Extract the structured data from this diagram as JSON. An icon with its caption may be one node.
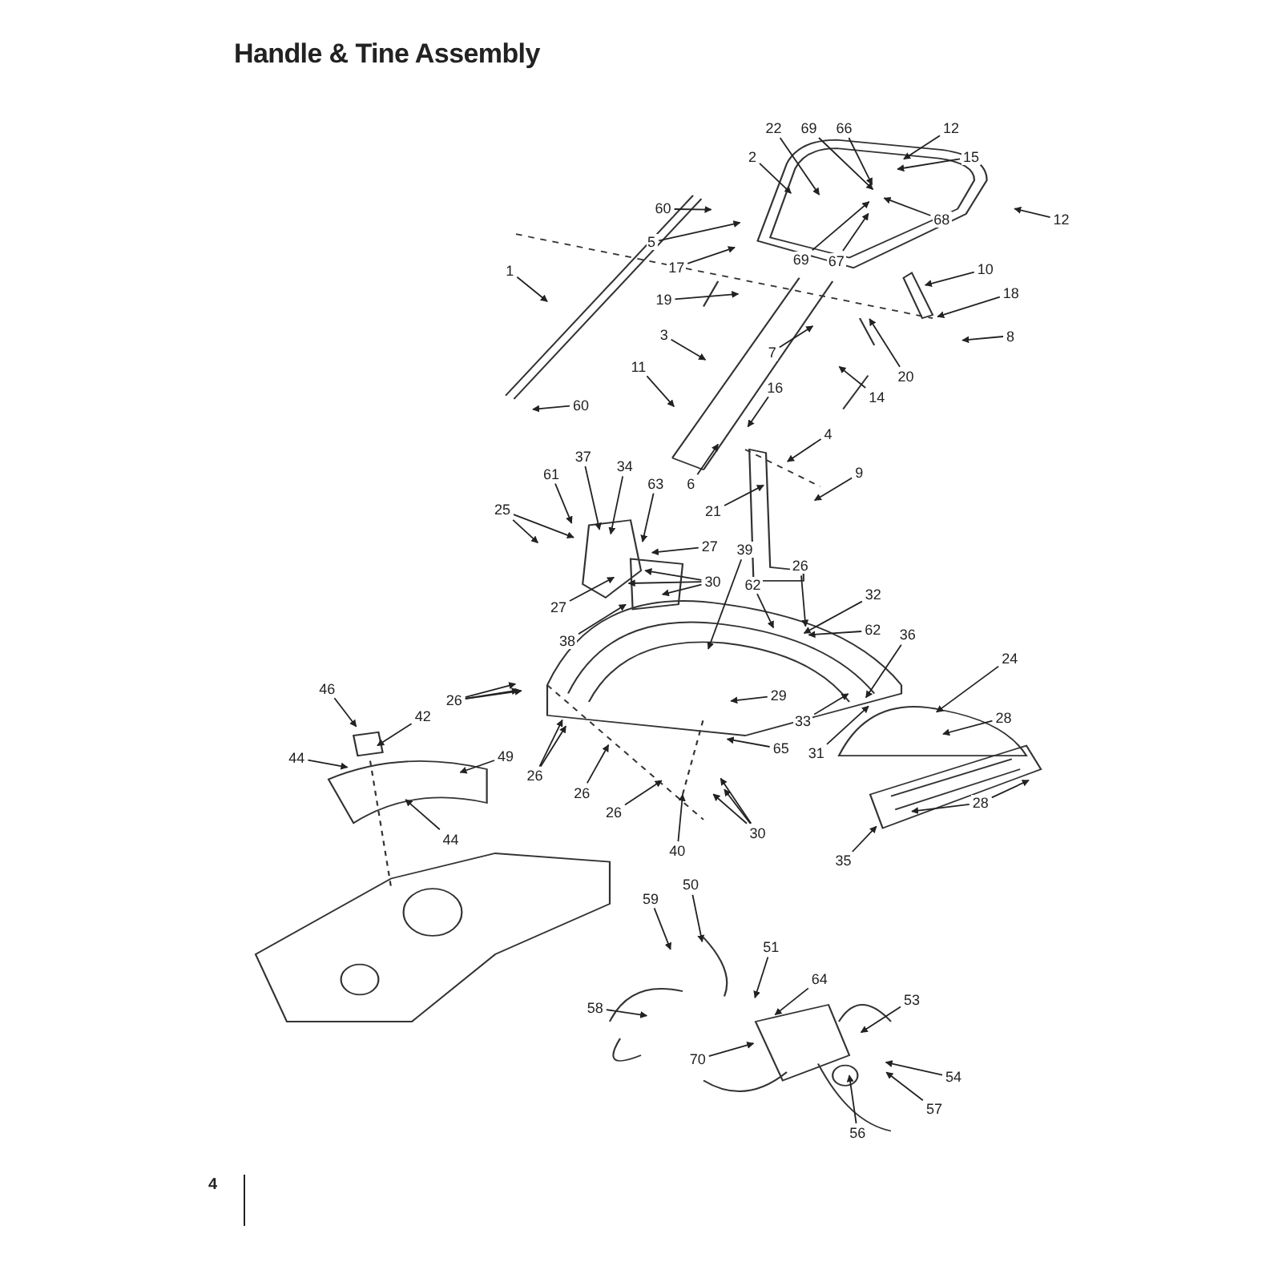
{
  "diagram": {
    "title": "Handle & Tine Assembly",
    "nodes": [
      {
        "text": [
          "1"
        ]
      },
      {
        "text": [
          "2"
        ]
      },
      {
        "text": [
          "22"
        ]
      },
      {
        "text": [
          "66"
        ]
      },
      {
        "text": [
          "12"
        ]
      },
      {
        "text": [
          "69"
        ]
      },
      {
        "text": [
          "15"
        ]
      },
      {
        "text": [
          "69"
        ]
      },
      {
        "text": [
          "68"
        ]
      },
      {
        "text": [
          "67"
        ]
      },
      {
        "text": [
          "12"
        ]
      },
      {
        "text": [
          "60"
        ]
      },
      {
        "text": [
          "5"
        ]
      },
      {
        "text": [
          "17"
        ]
      },
      {
        "text": [
          "10"
        ]
      },
      {
        "text": [
          "19"
        ]
      },
      {
        "text": [
          "18"
        ]
      },
      {
        "text": [
          "8"
        ]
      },
      {
        "text": [
          "7"
        ]
      },
      {
        "text": [
          "20"
        ]
      },
      {
        "text": [
          "3"
        ]
      },
      {
        "text": [
          "14"
        ]
      },
      {
        "text": [
          "11"
        ]
      },
      {
        "text": [
          "60"
        ]
      },
      {
        "text": [
          "16"
        ]
      },
      {
        "text": [
          "4"
        ]
      },
      {
        "text": [
          "6"
        ]
      },
      {
        "text": [
          "9"
        ]
      },
      {
        "text": [
          "21"
        ]
      },
      {
        "text": [
          "37"
        ]
      },
      {
        "text": [
          "61"
        ]
      },
      {
        "text": [
          "34"
        ]
      },
      {
        "text": [
          "25"
        ]
      },
      {
        "text": [
          "63"
        ]
      },
      {
        "text": [
          "27"
        ]
      },
      {
        "text": [
          "30"
        ]
      },
      {
        "text": [
          "27"
        ]
      },
      {
        "text": [
          "38"
        ]
      },
      {
        "text": [
          "39"
        ]
      },
      {
        "text": [
          "26"
        ]
      },
      {
        "text": [
          "62"
        ]
      },
      {
        "text": [
          "32"
        ]
      },
      {
        "text": [
          "62"
        ]
      },
      {
        "text": [
          "36"
        ]
      },
      {
        "text": [
          "24"
        ]
      },
      {
        "text": [
          "29"
        ]
      },
      {
        "text": [
          "33"
        ]
      },
      {
        "text": [
          "31"
        ]
      },
      {
        "text": [
          "65"
        ]
      },
      {
        "text": [
          "28"
        ]
      },
      {
        "text": [
          "28"
        ]
      },
      {
        "text": [
          "26"
        ]
      },
      {
        "text": [
          "46"
        ]
      },
      {
        "text": [
          "42"
        ]
      },
      {
        "text": [
          "44"
        ]
      },
      {
        "text": [
          "49"
        ]
      },
      {
        "text": [
          "26"
        ]
      },
      {
        "text": [
          "26"
        ]
      },
      {
        "text": [
          "26"
        ]
      },
      {
        "text": [
          "44"
        ]
      },
      {
        "text": [
          "40"
        ]
      },
      {
        "text": [
          "30"
        ]
      },
      {
        "text": [
          "35"
        ]
      },
      {
        "text": [
          "59"
        ]
      },
      {
        "text": [
          "50"
        ]
      },
      {
        "text": [
          "51"
        ]
      },
      {
        "text": [
          "64"
        ]
      },
      {
        "text": [
          "53"
        ]
      },
      {
        "text": [
          "58"
        ]
      },
      {
        "text": [
          "70"
        ]
      },
      {
        "text": [
          "54"
        ]
      },
      {
        "text": [
          "56"
        ]
      },
      {
        "text": [
          "57"
        ]
      }
    ],
    "edges": [
      {
        "from": 0,
        "to": null,
        "arrow": "to"
      },
      {
        "from": 1,
        "to": null,
        "arrow": "to"
      },
      {
        "from": 2,
        "to": null,
        "arrow": "to"
      },
      {
        "from": 3,
        "to": null,
        "arrow": "to"
      },
      {
        "from": 4,
        "to": null,
        "arrow": "to"
      },
      {
        "from": 5,
        "to": null,
        "arrow": "to"
      },
      {
        "from": 6,
        "to": null,
        "arrow": "to"
      },
      {
        "from": 7,
        "to": null,
        "arrow": "to"
      },
      {
        "from": 8,
        "to": null,
        "arrow": "to"
      },
      {
        "from": 9,
        "to": null,
        "arrow": "to"
      },
      {
        "from": 10,
        "to": null,
        "arrow": "to"
      },
      {
        "from": 11,
        "to": null,
        "arrow": "to"
      },
      {
        "from": 12,
        "to": null,
        "arrow": "to"
      },
      {
        "from": 13,
        "to": null,
        "arrow": "to"
      },
      {
        "from": 14,
        "to": null,
        "arrow": "to"
      },
      {
        "from": 15,
        "to": null,
        "arrow": "to"
      },
      {
        "from": 16,
        "to": null,
        "arrow": "to"
      },
      {
        "from": 17,
        "to": null,
        "arrow": "to"
      },
      {
        "from": 18,
        "to": null,
        "arrow": "to"
      },
      {
        "from": 19,
        "to": null,
        "arrow": "to"
      },
      {
        "from": 20,
        "to": null,
        "arrow": "to"
      },
      {
        "from": 21,
        "to": null,
        "arrow": "to"
      },
      {
        "from": 22,
        "to": null,
        "arrow": "to"
      },
      {
        "from": 23,
        "to": null,
        "arrow": "to"
      },
      {
        "from": 24,
        "to": null,
        "arrow": "to"
      },
      {
        "from": 25,
        "to": null,
        "arrow": "to"
      },
      {
        "from": 26,
        "to": null,
        "arrow": "to"
      },
      {
        "from": 27,
        "to": null,
        "arrow": "to"
      },
      {
        "from": 28,
        "to": null,
        "arrow": "to"
      },
      {
        "from": 29,
        "to": null,
        "arrow": "to"
      },
      {
        "from": 30,
        "to": null,
        "arrow": "to"
      },
      {
        "from": 31,
        "to": null,
        "arrow": "to"
      },
      {
        "from": 32,
        "to": null,
        "arrow": "to"
      },
      {
        "from": 32,
        "to": null,
        "arrow": "to"
      },
      {
        "from": 33,
        "to": null,
        "arrow": "to"
      },
      {
        "from": 34,
        "to": null,
        "arrow": "to"
      },
      {
        "from": 35,
        "to": null,
        "arrow": "to"
      },
      {
        "from": 35,
        "to": null,
        "arrow": "to"
      },
      {
        "from": 35,
        "to": null,
        "arrow": "to"
      },
      {
        "from": 36,
        "to": null,
        "arrow": "to"
      },
      {
        "from": 37,
        "to": null,
        "arrow": "to"
      },
      {
        "from": 38,
        "to": null,
        "arrow": "to"
      },
      {
        "from": 39,
        "to": null,
        "arrow": "to"
      },
      {
        "from": 40,
        "to": null,
        "arrow": "to"
      },
      {
        "from": 41,
        "to": null,
        "arrow": "to"
      },
      {
        "from": 42,
        "to": null,
        "arrow": "to"
      },
      {
        "from": 43,
        "to": null,
        "arrow": "to"
      },
      {
        "from": 44,
        "to": null,
        "arrow": "to"
      },
      {
        "from": 45,
        "to": null,
        "arrow": "to"
      },
      {
        "from": 46,
        "to": null,
        "arrow": "to"
      },
      {
        "from": 47,
        "to": null,
        "arrow": "to"
      },
      {
        "from": 48,
        "to": null,
        "arrow": "to"
      },
      {
        "from": 49,
        "to": null,
        "arrow": "to"
      },
      {
        "from": 50,
        "to": null,
        "arrow": "to"
      },
      {
        "from": 50,
        "to": null,
        "arrow": "to"
      },
      {
        "from": 51,
        "to": null,
        "arrow": "to"
      },
      {
        "from": 51,
        "to": null,
        "arrow": "to"
      },
      {
        "from": 51,
        "to": null,
        "arrow": "to"
      },
      {
        "from": 52,
        "to": null,
        "arrow": "to"
      },
      {
        "from": 53,
        "to": null,
        "arrow": "to"
      },
      {
        "from": 54,
        "to": null,
        "arrow": "to"
      },
      {
        "from": 55,
        "to": null,
        "arrow": "to"
      },
      {
        "from": 56,
        "to": null,
        "arrow": "to"
      },
      {
        "from": 56,
        "to": null,
        "arrow": "to"
      },
      {
        "from": 57,
        "to": null,
        "arrow": "to"
      },
      {
        "from": 58,
        "to": null,
        "arrow": "to"
      },
      {
        "from": 59,
        "to": null,
        "arrow": "to"
      },
      {
        "from": 60,
        "to": null,
        "arrow": "to"
      },
      {
        "from": 61,
        "to": null,
        "arrow": "to"
      },
      {
        "from": 61,
        "to": null,
        "arrow": "to"
      },
      {
        "from": 61,
        "to": null,
        "arrow": "to"
      },
      {
        "from": 62,
        "to": null,
        "arrow": "to"
      },
      {
        "from": 63,
        "to": null,
        "arrow": "to"
      },
      {
        "from": 64,
        "to": null,
        "arrow": "to"
      },
      {
        "from": 65,
        "to": null,
        "arrow": "to"
      },
      {
        "from": 66,
        "to": null,
        "arrow": "to"
      },
      {
        "from": 67,
        "to": null,
        "arrow": "to"
      },
      {
        "from": 68,
        "to": null,
        "arrow": "to"
      },
      {
        "from": 69,
        "to": null,
        "arrow": "to"
      },
      {
        "from": 70,
        "to": null,
        "arrow": "to"
      },
      {
        "from": 71,
        "to": null,
        "arrow": "to"
      },
      {
        "from": 72,
        "to": null,
        "arrow": "to"
      }
    ],
    "labels": [
      "4"
    ]
  }
}
